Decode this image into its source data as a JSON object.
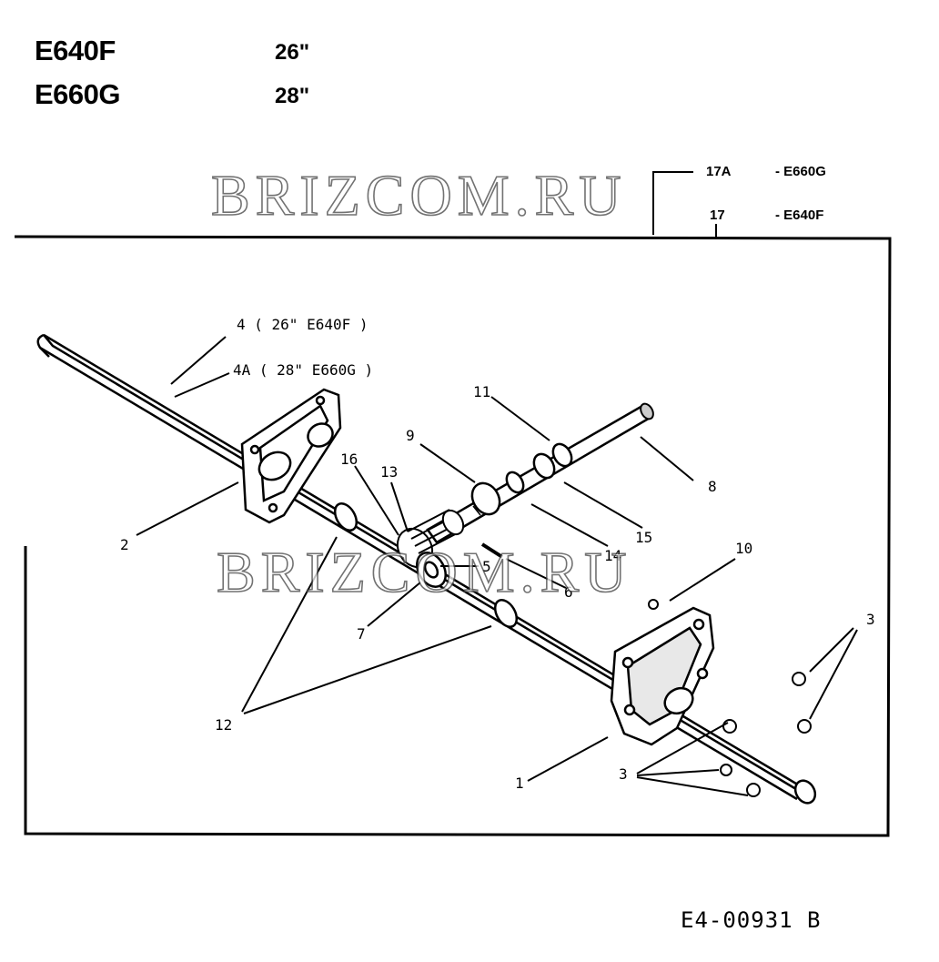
{
  "header": {
    "models": [
      {
        "model": "E640F",
        "size": "26\""
      },
      {
        "model": "E660G",
        "size": "28\""
      }
    ]
  },
  "variants": [
    {
      "part": "17A",
      "model": "- E660G"
    },
    {
      "part": "17",
      "model": "- E640F"
    }
  ],
  "watermark": "BRIZCOM.RU",
  "callouts": {
    "c4": "4 ( 26\" E640F )",
    "c4a": "4A ( 28\" E660G )",
    "c1": "1",
    "c2": "2",
    "c3a": "3",
    "c3b": "3",
    "c5": "5",
    "c6": "6",
    "c7": "7",
    "c8": "8",
    "c9": "9",
    "c10": "10",
    "c11": "11",
    "c12": "12",
    "c13": "13",
    "c14": "14",
    "c15": "15",
    "c16": "16"
  },
  "document_number": "E4-00931 B"
}
